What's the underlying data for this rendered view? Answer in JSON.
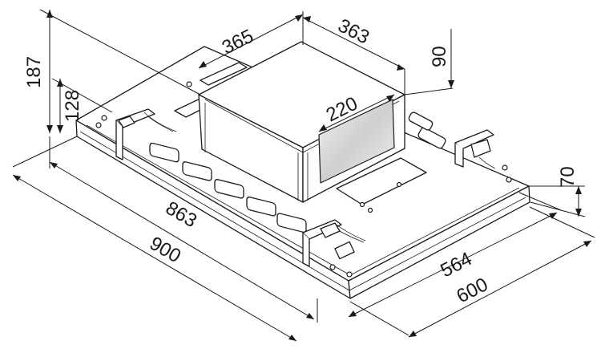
{
  "dimensions": {
    "d187": "187",
    "d128": "128",
    "d365": "365",
    "d363": "363",
    "d90": "90",
    "d220": "220",
    "d70": "70",
    "d863": "863",
    "d900": "900",
    "d564": "564",
    "d600": "600"
  },
  "colors": {
    "line": "#1a1a1a",
    "fill": "#ffffff",
    "window": "#dcdcdc"
  }
}
